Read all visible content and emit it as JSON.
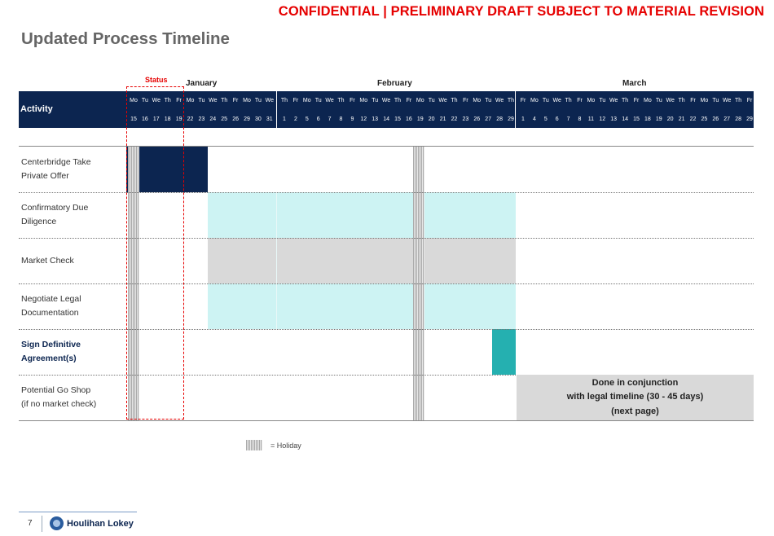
{
  "header": {
    "confidential": "CONFIDENTIAL | PRELIMINARY DRAFT SUBJECT TO MATERIAL REVISION",
    "title": "Updated Process Timeline"
  },
  "status_label": "Status",
  "months": [
    "January",
    "February",
    "March"
  ],
  "activity_label": "Activity",
  "day_headers": {
    "january": [
      "Mo",
      "Tu",
      "We",
      "Th",
      "Fr",
      "Mo",
      "Tu",
      "We",
      "Th",
      "Fr",
      "Mo",
      "Tu",
      "We"
    ],
    "february": [
      "Th",
      "Fr",
      "Mo",
      "Tu",
      "We",
      "Th",
      "Fr",
      "Mo",
      "Tu",
      "We",
      "Th",
      "Fr",
      "Mo",
      "Tu",
      "We",
      "Th",
      "Fr",
      "Mo",
      "Tu",
      "We",
      "Th"
    ],
    "march": [
      "Fr",
      "Mo",
      "Tu",
      "We",
      "Th",
      "Fr",
      "Mo",
      "Tu",
      "We",
      "Th",
      "Fr",
      "Mo",
      "Tu",
      "We",
      "Th",
      "Fr",
      "Mo",
      "Tu",
      "We",
      "Th",
      "Fr"
    ]
  },
  "date_headers": {
    "january": [
      "15",
      "16",
      "17",
      "18",
      "19",
      "22",
      "23",
      "24",
      "25",
      "26",
      "29",
      "30",
      "31"
    ],
    "february": [
      "1",
      "2",
      "5",
      "6",
      "7",
      "8",
      "9",
      "12",
      "13",
      "14",
      "15",
      "16",
      "19",
      "20",
      "21",
      "22",
      "23",
      "26",
      "27",
      "28",
      "29"
    ],
    "march": [
      "1",
      "4",
      "5",
      "6",
      "7",
      "8",
      "11",
      "12",
      "13",
      "14",
      "15",
      "18",
      "19",
      "20",
      "21",
      "22",
      "25",
      "26",
      "27",
      "28",
      "29"
    ]
  },
  "activities": [
    {
      "label": "Centerbridge Take\nPrivate Offer",
      "bold": false
    },
    {
      "label": "Confirmatory Due\nDiligence",
      "bold": false
    },
    {
      "label": "Market Check",
      "bold": false
    },
    {
      "label": "Negotiate Legal\nDocumentation",
      "bold": false
    },
    {
      "label": "Sign Definitive\nAgreement(s)",
      "bold": true
    },
    {
      "label": "Potential Go Shop\n(if no market check)",
      "bold": false
    }
  ],
  "note": {
    "line1": "Done in conjunction",
    "line2": "with legal timeline (30 - 45 days)",
    "line3": "(next page)"
  },
  "legend": {
    "holiday": "= Holiday"
  },
  "footer": {
    "page_number": "7",
    "brand": "Houlihan Lokey"
  },
  "colors": {
    "navy": "#0c2550",
    "light_cyan": "#cdf3f3",
    "light_gray": "#d9d9d9",
    "teal": "#25b0b0",
    "red": "#e60000"
  }
}
